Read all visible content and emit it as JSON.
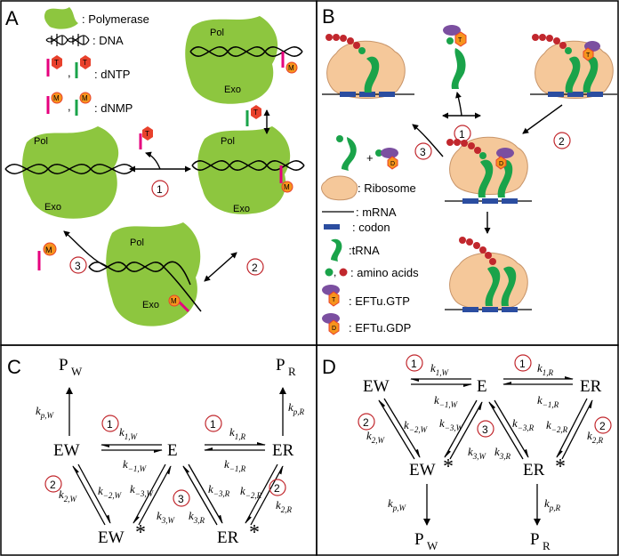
{
  "panels": {
    "a": {
      "letter": "A",
      "legend": {
        "polymerase": ": Polymerase",
        "dna": ": DNA",
        "dntp": ": dNTP",
        "dnmp": ": dNMP",
        "comma": ","
      },
      "labels": {
        "pol": "Pol",
        "exo": "Exo",
        "t": "T",
        "m": "M"
      },
      "steps": {
        "one": "1",
        "two": "2",
        "three": "3"
      }
    },
    "b": {
      "letter": "B",
      "legend": {
        "ribosome": ": Ribosome",
        "mrna": ": mRNA",
        "codon": ": codon",
        "trna": ":tRNA",
        "amino": ": amino acids",
        "gtp": ": EFTu.GTP",
        "gdp": ": EFTu.GDP",
        "comma": ","
      },
      "labels": {
        "t": "T",
        "d": "D",
        "plus": "+"
      },
      "steps": {
        "one": "1",
        "two": "2",
        "three": "3"
      }
    },
    "c": {
      "letter": "C",
      "nodes": {
        "e": "E",
        "ew": "EW",
        "er": "ER",
        "ews": "EW",
        "ers": "ER",
        "pw": "P",
        "pr": "P",
        "star": "*",
        "w": "W",
        "r": "R"
      },
      "rates": {
        "k1w": "k",
        "k1w_sub": "1,W",
        "km1w": "k",
        "km1w_sub": "−1,W",
        "k1r": "k",
        "k1r_sub": "1,R",
        "km1r": "k",
        "km1r_sub": "−1,R",
        "kpw": "k",
        "kpw_sub": "p,W",
        "kpr": "k",
        "kpr_sub": "p,R",
        "k2w": "k",
        "k2w_sub": "2,W",
        "km2w": "k",
        "km2w_sub": "−2,W",
        "km3w": "k",
        "km3w_sub": "−3,W",
        "k3w": "k",
        "k3w_sub": "3,W",
        "km3r": "k",
        "km3r_sub": "−3,R",
        "k3r": "k",
        "k3r_sub": "3,R",
        "km2r": "k",
        "km2r_sub": "−2,R",
        "k2r": "k",
        "k2r_sub": "2,R"
      },
      "steps": {
        "one": "1",
        "two": "2",
        "three": "3"
      }
    },
    "d": {
      "letter": "D",
      "nodes": {
        "e": "E",
        "ew": "EW",
        "er": "ER",
        "ews": "EW",
        "ers": "ER",
        "pw": "P",
        "pr": "P",
        "star": "*",
        "w": "W",
        "r": "R"
      },
      "rates": {
        "k1w": "k",
        "k1w_sub": "1,W",
        "km1w": "k",
        "km1w_sub": "−1,W",
        "k1r": "k",
        "k1r_sub": "1,R",
        "km1r": "k",
        "km1r_sub": "−1,R",
        "k2w": "k",
        "k2w_sub": "2,W",
        "km2w": "k",
        "km2w_sub": "−2,W",
        "km3w": "k",
        "km3w_sub": "−3,W",
        "k3w": "k",
        "k3w_sub": "3,W",
        "km3r": "k",
        "km3r_sub": "−3,R",
        "k3r": "k",
        "k3r_sub": "3,R",
        "km2r": "k",
        "km2r_sub": "−2,R",
        "k2r": "k",
        "k2r_sub": "2,R",
        "kpw": "k",
        "kpw_sub": "p,W",
        "kpr": "k",
        "kpr_sub": "p,R"
      },
      "steps": {
        "one": "1",
        "two": "2",
        "three": "3"
      }
    }
  },
  "colors": {
    "polymerase": "#8dc63f",
    "ribosome": "#f5c89a",
    "trna": "#1aa34a",
    "codon": "#2b4da0",
    "amino_red": "#c1272d",
    "amino_green": "#1aa34a",
    "dntp_t": "#e8412c",
    "dnmp_m": "#f7941d",
    "pink": "#e6007e",
    "efttu": "#7b4fa0",
    "circle": "#c1272d"
  }
}
